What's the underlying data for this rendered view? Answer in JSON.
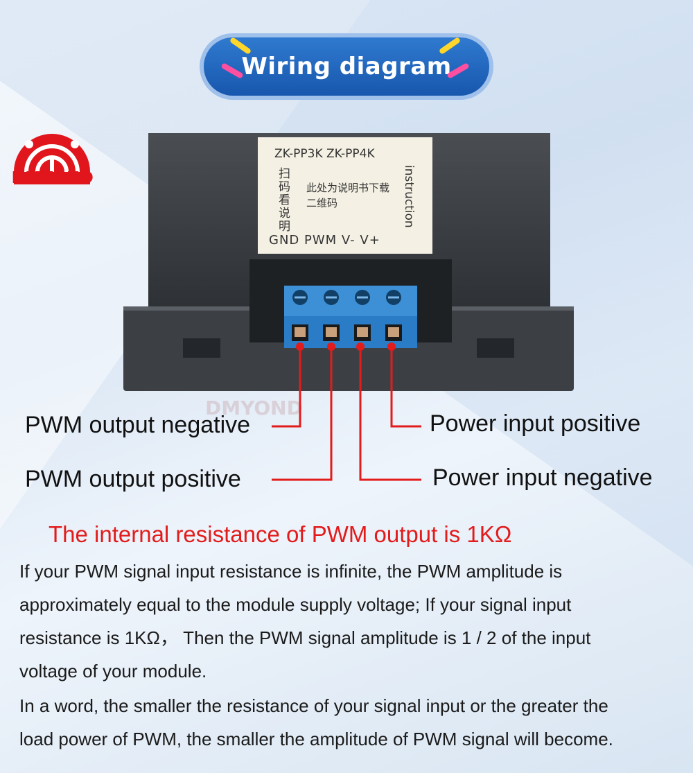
{
  "banner": {
    "title": "Wiring diagram"
  },
  "logo": {
    "text": "DMYOND"
  },
  "device": {
    "label": {
      "model": "ZK-PP3K  ZK-PP4K",
      "scan_text": "扫码看说明",
      "cn_text": "此处为说明书下载二维码",
      "instruction": "instruction",
      "pins": "GND PWM  V-  V+"
    },
    "watermark": "DMYOND"
  },
  "callouts": {
    "pwm_output_negative": "PWM output negative",
    "pwm_output_positive": "PWM output positive",
    "power_input_positive": "Power input positive",
    "power_input_negative": "Power input negative"
  },
  "colors": {
    "accent_red": "#e21b1b",
    "banner_blue": "#1f66bd",
    "terminal_blue": "#2b7cc6"
  },
  "notes": {
    "resistance_title": "The internal resistance of PWM output is 1KΩ",
    "paragraph1_lines": [
      "If your PWM signal input resistance is infinite, the PWM amplitude is",
      "approximately equal to the module supply voltage; If your signal input",
      "resistance is 1KΩ，  Then the PWM signal amplitude is 1 / 2 of the input",
      "voltage of your module."
    ],
    "paragraph2_lines": [
      "In a word, the smaller the resistance of your signal input or the greater the",
      "load power of PWM, the smaller the amplitude of PWM signal will become."
    ]
  }
}
